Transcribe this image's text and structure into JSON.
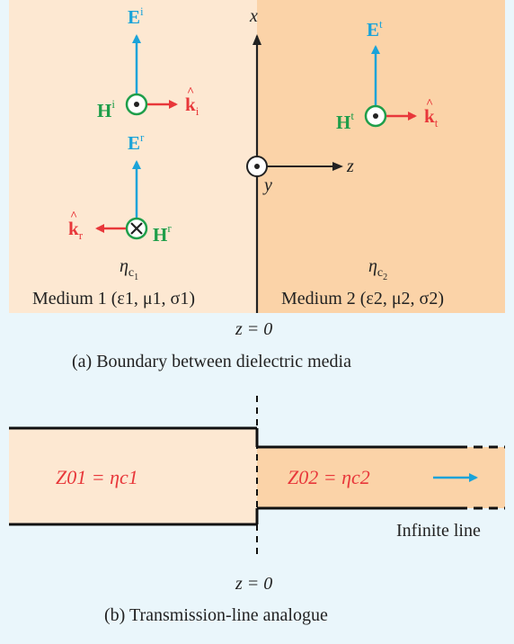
{
  "part_a": {
    "x_axis": "x",
    "y_axis": "y",
    "z_axis": "z",
    "incident": {
      "E": "E",
      "E_sup": "i",
      "H": "H",
      "H_sup": "i",
      "k": "k",
      "k_sub": "i"
    },
    "reflected": {
      "E": "E",
      "E_sup": "r",
      "H": "H",
      "H_sup": "r",
      "k": "k",
      "k_sub": "r"
    },
    "transmitted": {
      "E": "E",
      "E_sup": "t",
      "H": "H",
      "H_sup": "t",
      "k": "k",
      "k_sub": "t"
    },
    "eta1": {
      "sym": "η",
      "sub": "c",
      "subsub": "1"
    },
    "eta2": {
      "sym": "η",
      "sub": "c",
      "subsub": "2"
    },
    "medium1": "Medium 1 (ε1, μ1, σ1)",
    "medium2": "Medium 2 (ε2, μ2, σ2)",
    "boundary": "z = 0",
    "caption": "(a)  Boundary between dielectric media"
  },
  "part_b": {
    "z01": "Z01 = ηc1",
    "z02": "Z02 = ηc2",
    "infinite_line": "Infinite line",
    "boundary": "z = 0",
    "caption": "(b)  Transmission-line analogue"
  },
  "colors": {
    "medium1": "#fde8d2",
    "medium2": "#fbd3a8",
    "background": "#eaf6fb",
    "field_E": "#1aa3d9",
    "field_H": "#1f9e4a",
    "wave_k": "#e8373a"
  }
}
